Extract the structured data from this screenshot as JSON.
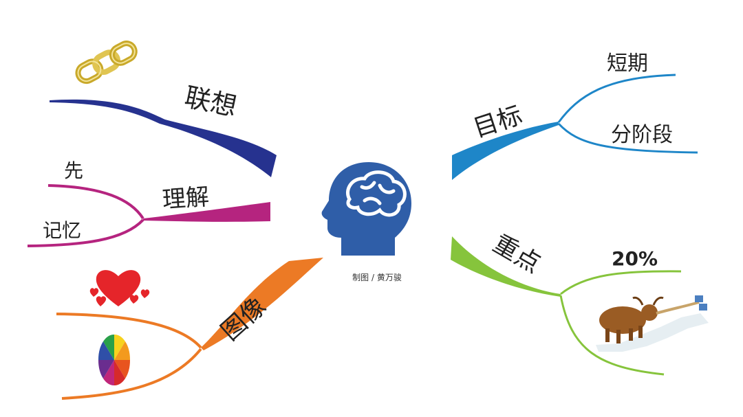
{
  "center": {
    "caption": "制图 / 黄万骏",
    "icon": "brain-head-icon"
  },
  "branches": {
    "association": {
      "label": "联想",
      "color": "#26328f",
      "icon": "chain-icon"
    },
    "understanding": {
      "label": "理解",
      "color": "#b5247f",
      "children": [
        {
          "label": "先"
        },
        {
          "label": "记忆"
        }
      ]
    },
    "image": {
      "label": "图像",
      "color": "#ec7a25",
      "icons": [
        "hearts-icon",
        "color-wheel-icon"
      ]
    },
    "goal": {
      "label": "目标",
      "color": "#1e86c8",
      "children": [
        {
          "label": "短期"
        },
        {
          "label": "分阶段"
        }
      ]
    },
    "focus": {
      "label": "重点",
      "color": "#86c43c",
      "children": [
        {
          "label": "20%"
        }
      ],
      "icon": "ox-pulling-rope-icon"
    }
  }
}
